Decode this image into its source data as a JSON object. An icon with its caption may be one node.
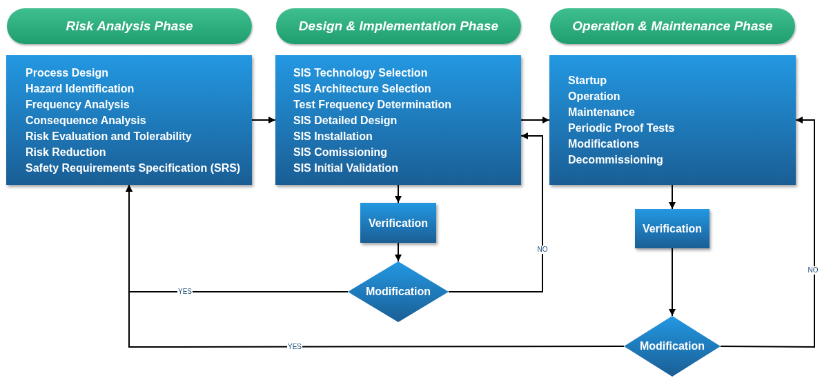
{
  "diagram": {
    "nodes": [
      {
        "text": [
          "Risk Analysis Phase"
        ]
      },
      {
        "text": [
          "Design & Implementation Phase"
        ]
      },
      {
        "text": [
          "Operation & Maintenance Phase"
        ]
      },
      {
        "text": [
          "Process Design",
          "Hazard Identification",
          "Frequency Analysis",
          "Consequence Analysis",
          "Risk Evaluation and Tolerability",
          "Risk Reduction",
          "Safety Requirements Specification (SRS)"
        ]
      },
      {
        "text": [
          "SIS Technology Selection",
          "SIS Architecture Selection",
          "Test Frequency Determination",
          "SIS Detailed Design",
          "SIS Installation",
          "SIS Comissioning",
          "SIS Initial Validation"
        ]
      },
      {
        "text": [
          "Startup",
          "Operation",
          "Maintenance",
          "Periodic Proof Tests",
          "Modifications",
          "Decommissioning"
        ]
      },
      {
        "text": [
          "Verification"
        ]
      },
      {
        "text": [
          "Modification"
        ]
      },
      {
        "text": [
          "Verification"
        ]
      },
      {
        "text": [
          "Modification"
        ]
      }
    ],
    "edges": [
      {
        "from": 3,
        "to": 4,
        "arrow": "to"
      },
      {
        "from": 4,
        "to": 5,
        "arrow": "to"
      },
      {
        "from": 4,
        "to": 6,
        "arrow": "to"
      },
      {
        "from": 6,
        "to": 7,
        "arrow": "to"
      },
      {
        "from": 7,
        "to": 3,
        "arrow": "to",
        "label": "YES"
      },
      {
        "from": 7,
        "to": 4,
        "arrow": "to",
        "label": "NO"
      },
      {
        "from": 5,
        "to": 8,
        "arrow": "to"
      },
      {
        "from": 8,
        "to": 9,
        "arrow": "to"
      },
      {
        "from": 9,
        "to": 3,
        "arrow": "to",
        "label": "YES"
      },
      {
        "from": 9,
        "to": 5,
        "arrow": "to",
        "label": "NO"
      }
    ]
  }
}
